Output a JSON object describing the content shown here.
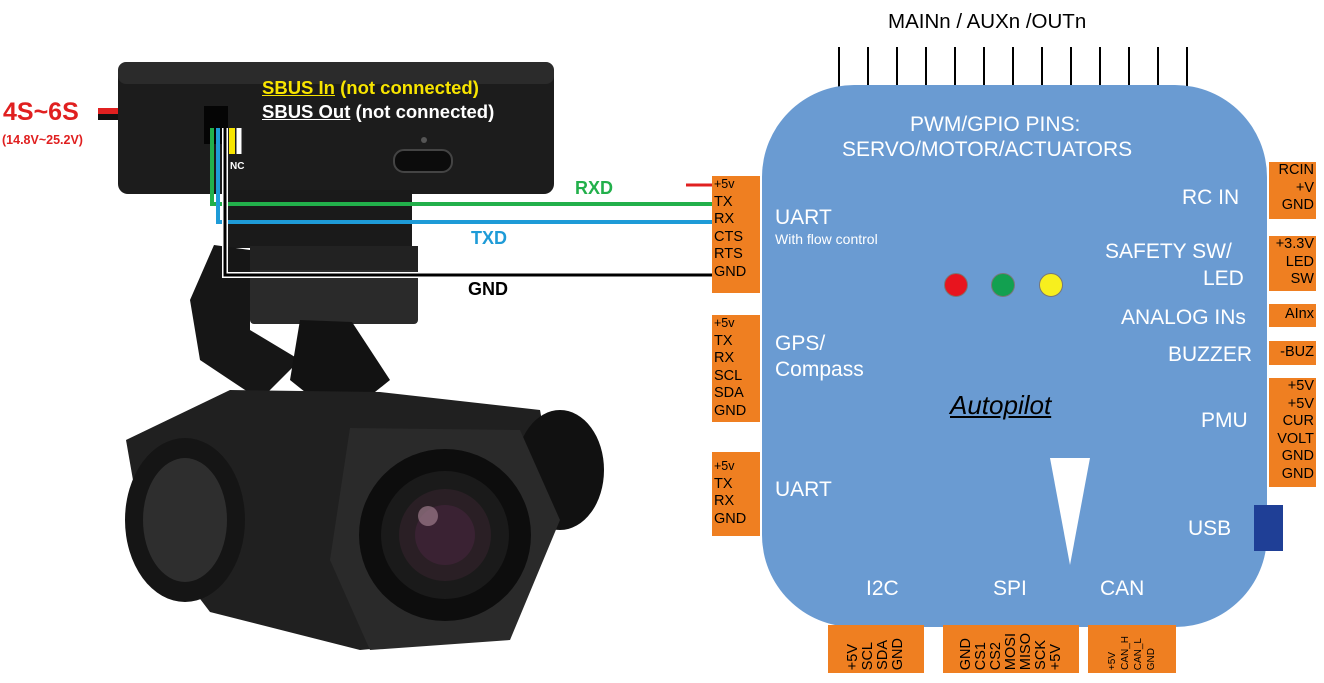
{
  "power": {
    "label": "4S~6S",
    "range": "(14.8V~25.2V)"
  },
  "sbus": {
    "in_name": "SBUS In",
    "in_note": "(not connected)",
    "out_name": "SBUS Out",
    "out_note": "(not connected)",
    "nc": "NC"
  },
  "wires": {
    "rxd": "RXD",
    "txd": "TXD",
    "gnd": "GND"
  },
  "top_header": "MAINn / AUXn /OUTn",
  "board": {
    "pwm_line1": "PWM/GPIO PINS:",
    "pwm_line2": "SERVO/MOTOR/ACTUATORS",
    "uart1": "UART",
    "uart1_sub": "With flow control",
    "gps1": "GPS/",
    "gps2": "Compass",
    "uart2": "UART",
    "title": "Autopilot",
    "rc_in": "RC IN",
    "safety1": "SAFETY SW/",
    "safety2": "LED",
    "analog": "ANALOG INs",
    "buzzer": "BUZZER",
    "pmu": "PMU",
    "usb": "USB",
    "i2c": "I2C",
    "spi": "SPI",
    "can": "CAN"
  },
  "left_pins": {
    "uart1": [
      "+5v",
      "TX",
      "RX",
      "CTS",
      "RTS",
      "GND"
    ],
    "gps": [
      "+5v",
      "TX",
      "RX",
      "SCL",
      "SDA",
      "GND"
    ],
    "uart2": [
      "+5v",
      "TX",
      "RX",
      "GND"
    ]
  },
  "right_pins": {
    "rc": [
      "RCIN",
      "+V",
      "GND"
    ],
    "safety": [
      "+3.3V",
      "LED",
      "SW"
    ],
    "analog": [
      "AInx"
    ],
    "buzzer": [
      "-BUZ"
    ],
    "pmu": [
      "+5V",
      "+5V",
      "CUR",
      "VOLT",
      "GND",
      "GND"
    ]
  },
  "bottom_pins": {
    "i2c": [
      "+5V",
      "SCL",
      "SDA",
      "GND"
    ],
    "spi": [
      "GND",
      "CS1",
      "CS2",
      "MOSI",
      "MISO",
      "SCK",
      "+5V"
    ],
    "can": [
      "+5V",
      "CAN_H",
      "CAN_L",
      "GND"
    ]
  },
  "colors": {
    "board": "#6a9bd2",
    "pins": "#ef7f21",
    "rxd": "#22b04b",
    "txd": "#1e9bd7",
    "gnd": "#000000",
    "power": "#e02020",
    "sbus_in": "#f7e400",
    "led_red": "#e8141e",
    "led_green": "#12a050",
    "led_yellow": "#f7ef1e",
    "usb": "#1f3f96"
  }
}
